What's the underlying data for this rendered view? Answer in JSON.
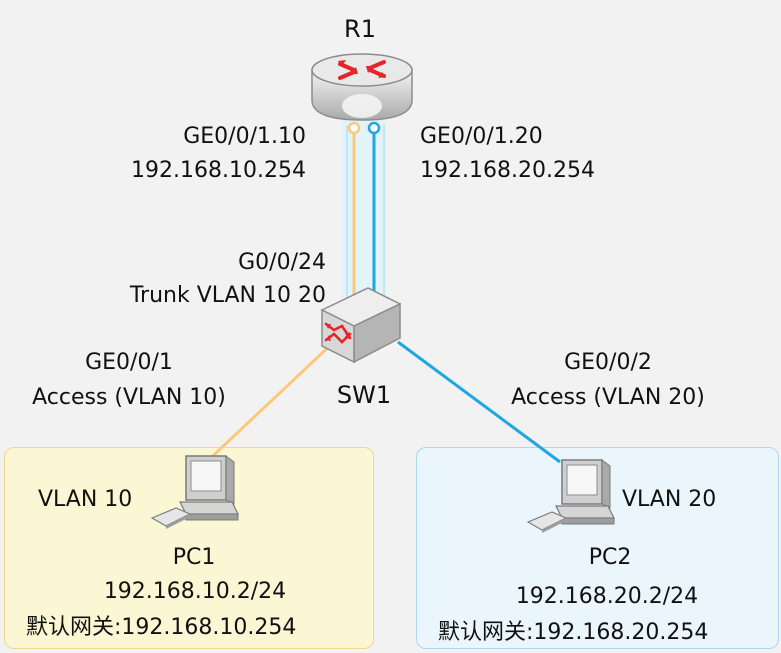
{
  "router": {
    "name": "R1"
  },
  "router_links": {
    "left": {
      "interface": "GE0/0/1.10",
      "ip": "192.168.10.254"
    },
    "right": {
      "interface": "GE0/0/1.20",
      "ip": "192.168.20.254"
    }
  },
  "switch": {
    "name": "SW1",
    "uplink": {
      "port": "G0/0/24",
      "mode": "Trunk VLAN 10 20"
    },
    "left_port": {
      "port": "GE0/0/1",
      "mode": "Access (VLAN 10)"
    },
    "right_port": {
      "port": "GE0/0/2",
      "mode": "Access (VLAN 20)"
    }
  },
  "pc1": {
    "vlan": "VLAN 10",
    "name": "PC1",
    "ip": "192.168.10.2/24",
    "gateway": "默认网关:192.168.10.254"
  },
  "pc2": {
    "vlan": "VLAN 20",
    "name": "PC2",
    "ip": "192.168.20.2/24",
    "gateway": "默认网关:192.168.20.254"
  },
  "colors": {
    "vlan10_link": "#fcc97a",
    "vlan20_link": "#1ea7e0",
    "zone_vlan10_fill": "#fbf6d4",
    "zone_vlan20_fill": "#eaf6fb",
    "router_arrows": "#e8232a"
  }
}
